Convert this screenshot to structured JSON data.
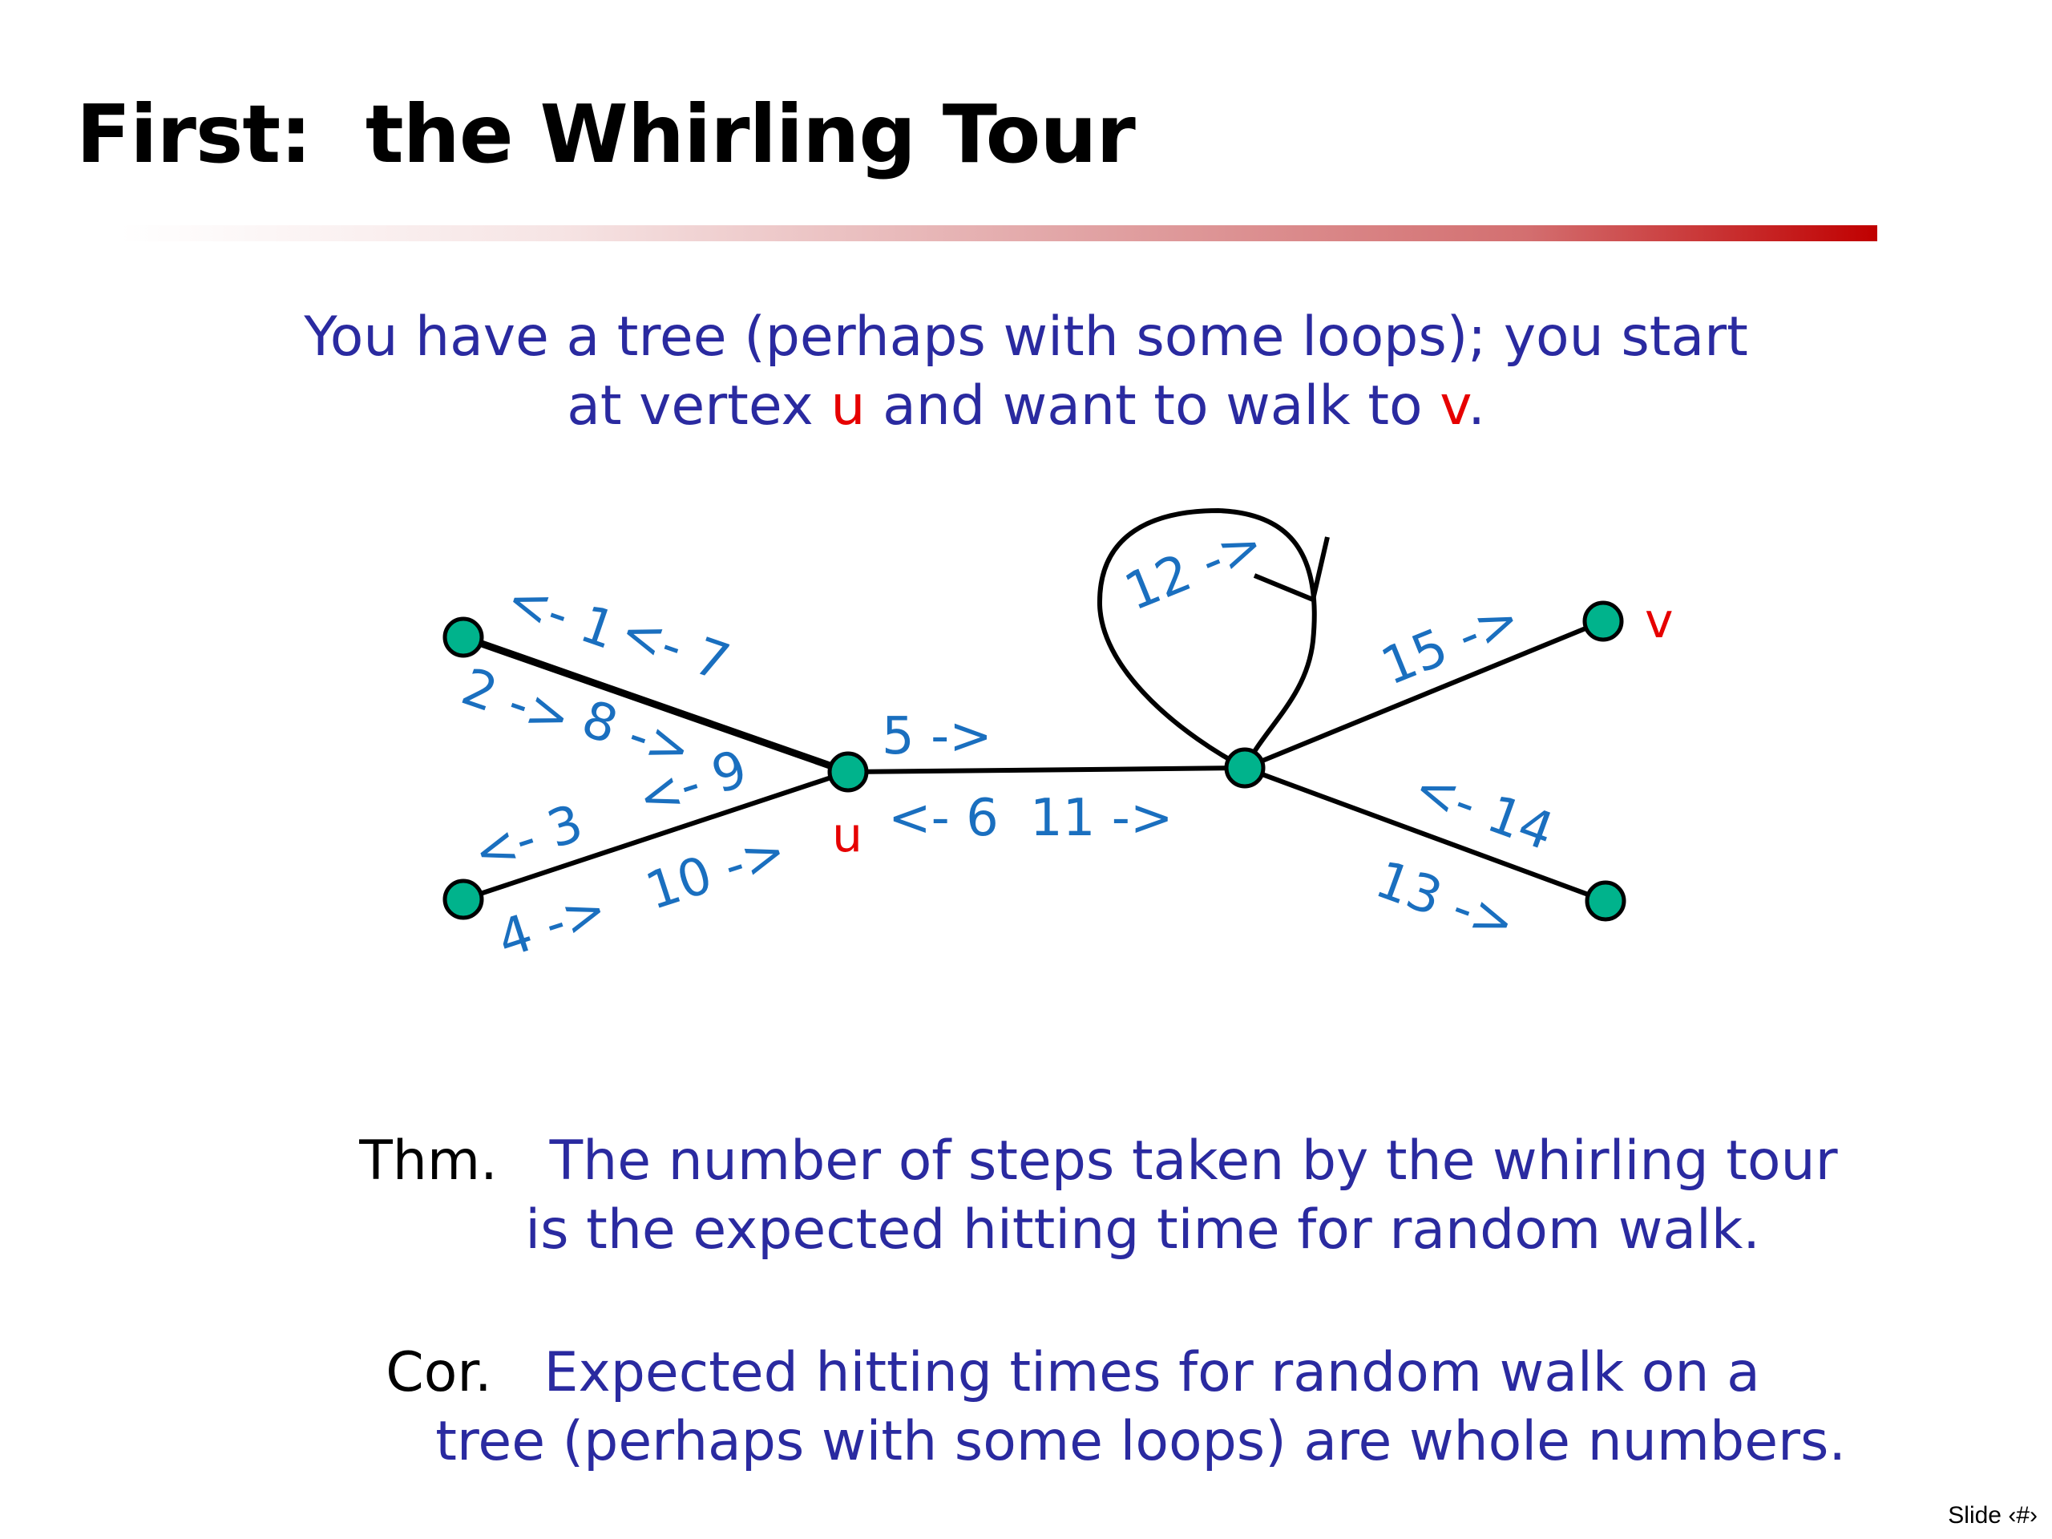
{
  "slide": {
    "title": "First:  the Whirling Tour",
    "intro_line1": "You have a tree (perhaps with some loops); you start",
    "intro_line2_a": "at vertex ",
    "intro_u": "u",
    "intro_line2_b": " and want to walk to ",
    "intro_v": "v",
    "intro_line2_c": ".",
    "thm_label": "Thm.",
    "thm_line1": "The number of steps taken by the whirling tour",
    "thm_line2": "is the expected hitting time for random walk.",
    "cor_label": "Cor.",
    "cor_line1": "Expected hitting times for random walk on a",
    "cor_line2": "tree (perhaps with some loops) are whole numbers.",
    "footer": "Slide ‹#›"
  },
  "diagram": {
    "vertex_u_label": "u",
    "vertex_v_label": "v",
    "edge_labels": {
      "l1": "<- 1",
      "l7": "<- 7",
      "l2": "2 ->",
      "l8": "8 ->",
      "l9": "<- 9",
      "l3": "<- 3",
      "l10": "10 ->",
      "l4": "4 ->",
      "l5": "5 ->",
      "l6": "<- 6",
      "l11": "11 ->",
      "l12": "12 ->",
      "l15": "15 ->",
      "l14": "<- 14",
      "l13": "13 ->"
    },
    "colors": {
      "node_fill": "#00b38c",
      "edge_label": "#1a6fbf",
      "vertex_label": "#e60000"
    }
  }
}
